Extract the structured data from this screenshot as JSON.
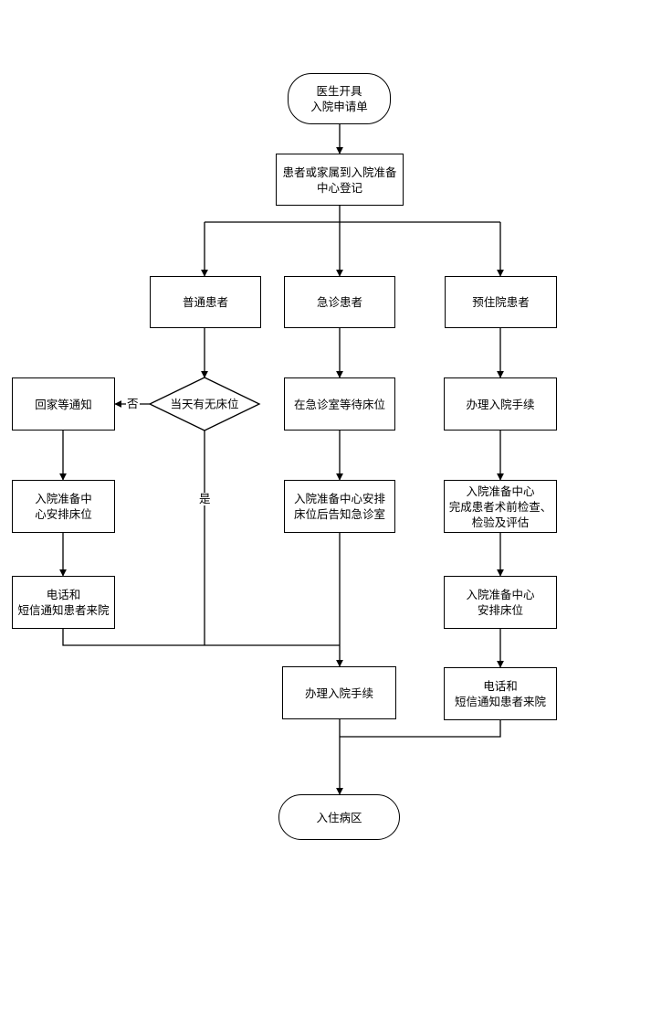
{
  "nodes": {
    "start": "医生开具\n入院申请单",
    "register": "患者或家属到入院准备\n中心登记",
    "normal": "普通患者",
    "emergency": "急诊患者",
    "reserved": "预住院患者",
    "bed_check": "当天有无床位",
    "wait_home": "回家等通知",
    "arrange_bed_left": "入院准备中\n心安排床位",
    "notify_left": "电话和\n短信通知患者来院",
    "wait_er": "在急诊室等待床位",
    "arrange_bed_er": "入院准备中心安排\n床位后告知急诊室",
    "admit_procedure_right": "办理入院手续",
    "preop_check": "入院准备中心\n完成患者术前检查、\n检验及评估",
    "arrange_bed_right": "入院准备中心\n安排床位",
    "notify_right": "电话和\n短信通知患者来院",
    "admit_procedure_center": "办理入院手续",
    "ward": "入住病区"
  },
  "edge_labels": {
    "no": "否",
    "yes": "是"
  }
}
